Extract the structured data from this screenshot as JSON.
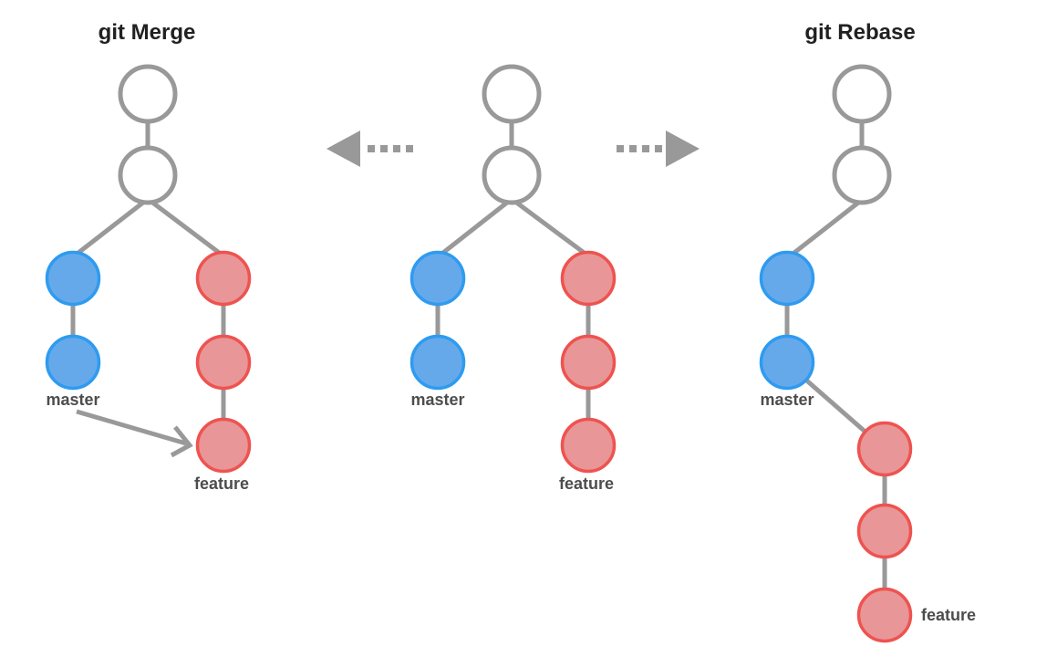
{
  "colors": {
    "background": "#ffffff",
    "line_gray": "#999999",
    "node_white_fill": "#ffffff",
    "node_white_stroke": "#999999",
    "master_fill": "#66a9ea",
    "master_stroke": "#2e9bf0",
    "feature_fill": "#e89697",
    "feature_stroke": "#ee5350",
    "title_text": "#212121",
    "label_text": "#4d4d4d"
  },
  "panels": {
    "merge": {
      "title": "git Merge",
      "master_label": "master",
      "feature_label": "feature",
      "shared_commits": 2,
      "master_commits": 2,
      "feature_commits": 3,
      "annotation": "arrow-from-master-label-to-feature-tip"
    },
    "original": {
      "master_label": "master",
      "feature_label": "feature",
      "shared_commits": 2,
      "master_commits": 2,
      "feature_commits": 3
    },
    "rebase": {
      "title": "git Rebase",
      "master_label": "master",
      "feature_label": "feature",
      "shared_commits": 2,
      "master_commits": 2,
      "feature_commits": 3,
      "annotation": "feature-commits-replayed-after-master-tip"
    }
  },
  "arrows": {
    "left": "dotted-arrow-pointing-left",
    "right": "dotted-arrow-pointing-right"
  }
}
